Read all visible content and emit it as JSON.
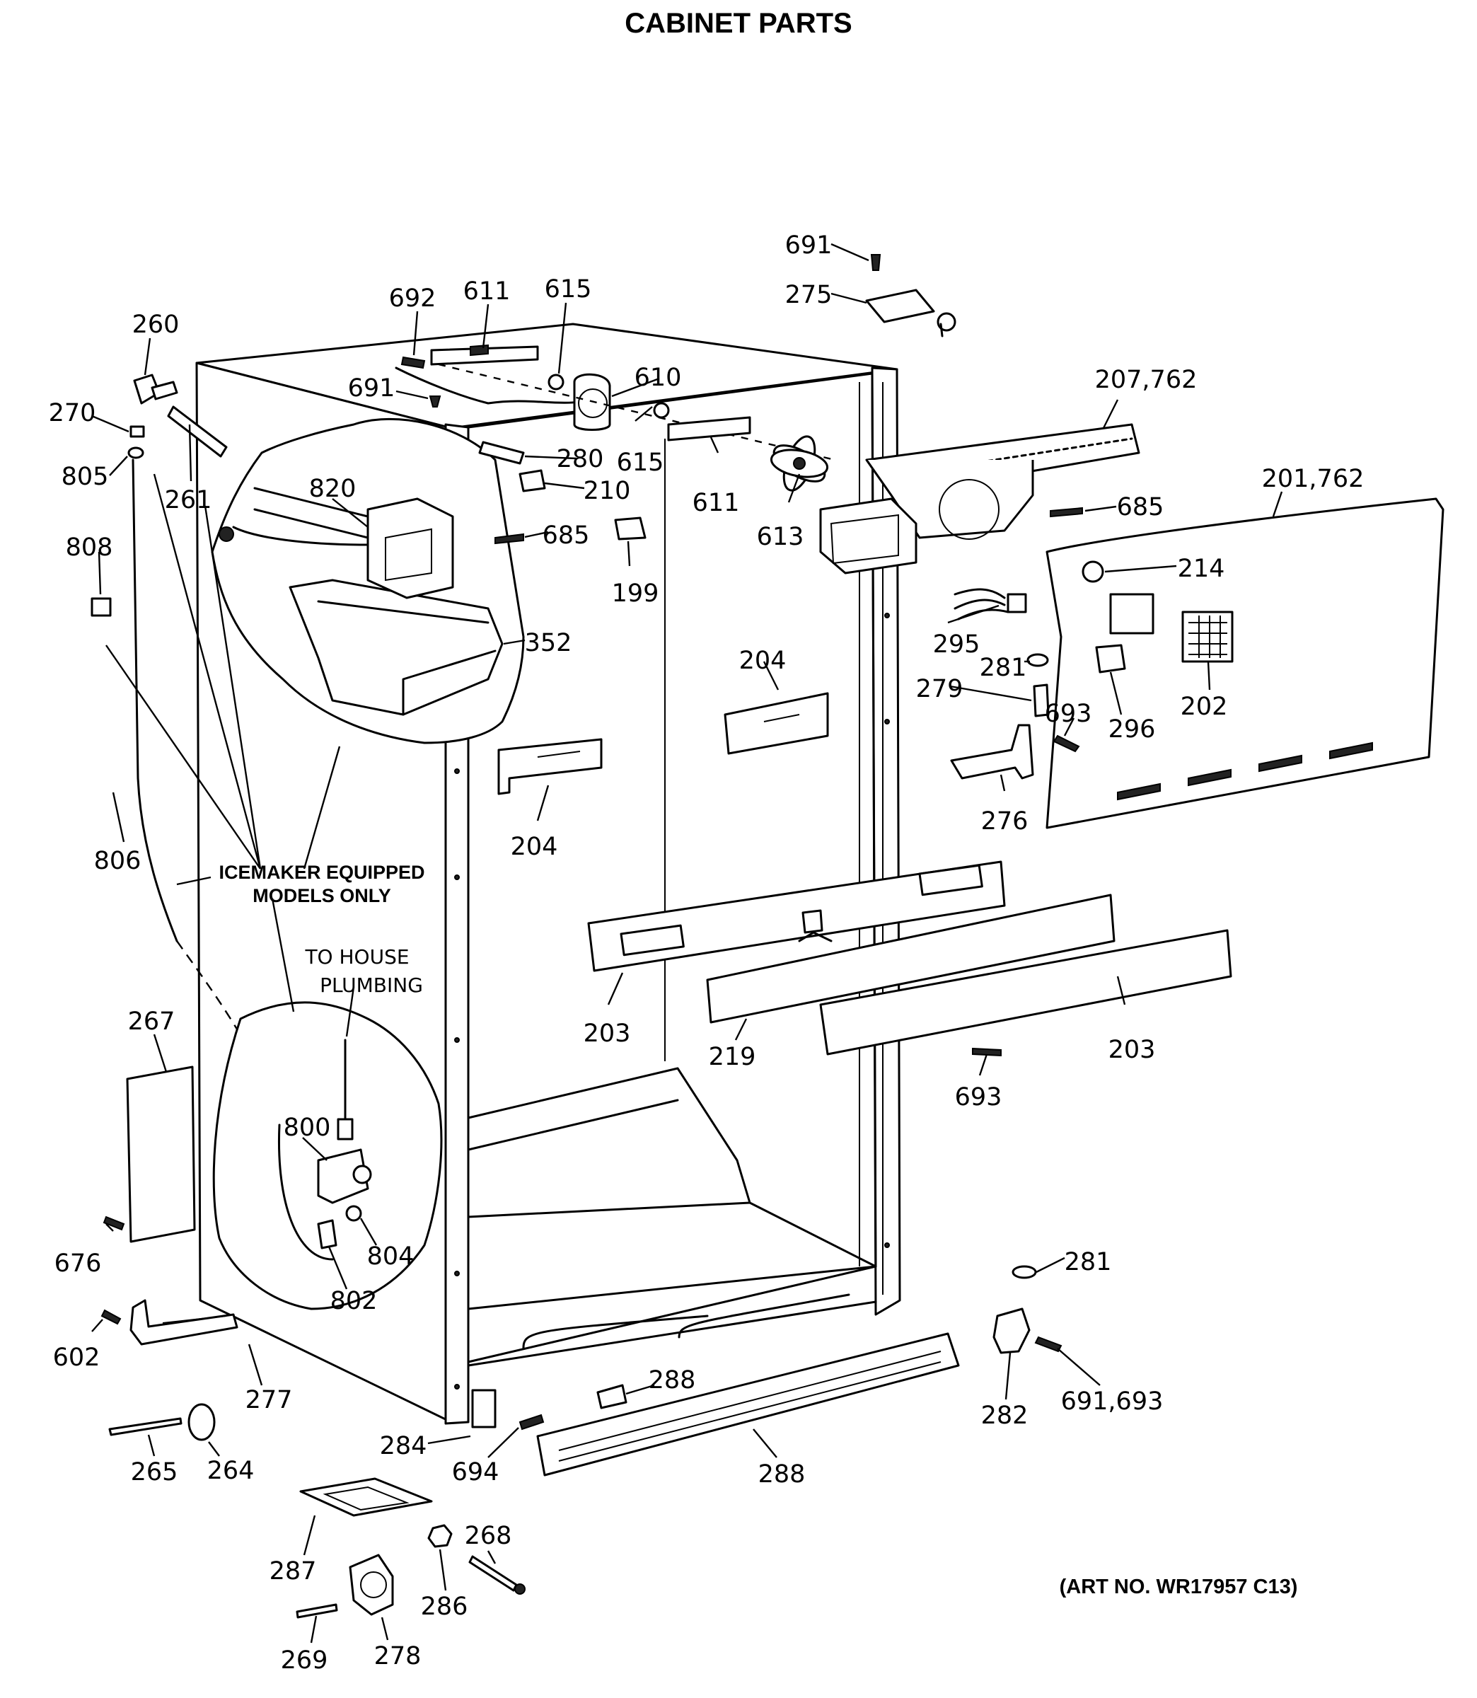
{
  "title": "CABINET PARTS",
  "art_number": "(ART NO. WR17957 C13)",
  "icemaker_note": {
    "line1": "ICEMAKER EQUIPPED",
    "line2": "MODELS ONLY"
  },
  "plumbing_note": {
    "line1": "TO HOUSE",
    "line2": "PLUMBING"
  },
  "parts": {
    "p691_top": "691",
    "p275": "275",
    "p692": "692",
    "p611_top": "611",
    "p615_top": "615",
    "p260": "260",
    "p207": "207,762",
    "p610": "610",
    "p691_mid": "691",
    "p270": "270",
    "p280": "280",
    "p615_mid": "615",
    "p611_mid": "611",
    "p805": "805",
    "p261": "261",
    "p820": "820",
    "p210": "210",
    "p201": "201,762",
    "p685_right": "685",
    "p613": "613",
    "p685_mid": "685",
    "p808": "808",
    "p214": "214",
    "p199": "199",
    "p352": "352",
    "p295": "295",
    "p204_right": "204",
    "p281_mid": "281",
    "p279": "279",
    "p693_mid": "693",
    "p296": "296",
    "p202": "202",
    "p276": "276",
    "p204_left": "204",
    "p806": "806",
    "p203_left": "203",
    "p219": "219",
    "p203_right": "203",
    "p693_low": "693",
    "p267": "267",
    "p800": "800",
    "p676": "676",
    "p804": "804",
    "p802": "802",
    "p281_low": "281",
    "p602": "602",
    "p277": "277",
    "p288_mid": "288",
    "p282": "282",
    "p691_693": "691,693",
    "p284": "284",
    "p694": "694",
    "p288_low": "288",
    "p265": "265",
    "p264": "264",
    "p268": "268",
    "p287": "287",
    "p286": "286",
    "p269": "269",
    "p278": "278"
  }
}
